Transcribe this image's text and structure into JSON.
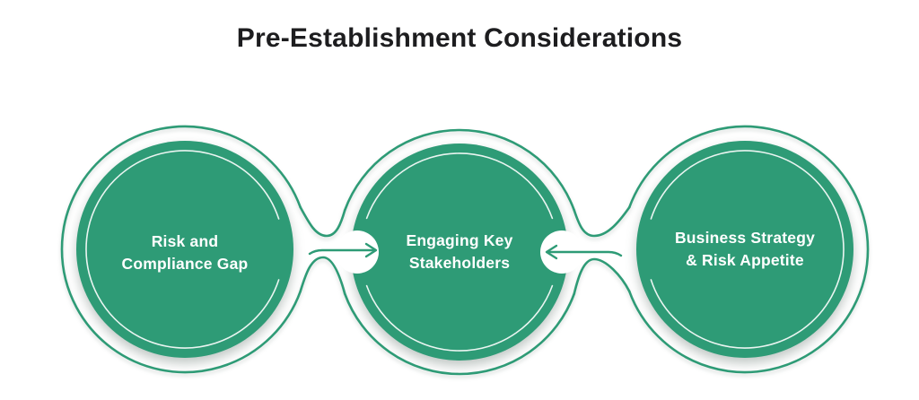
{
  "title": "Pre-Establishment Considerations",
  "colors": {
    "green": "#2E9B76",
    "title_color": "#1D1D1F",
    "text_on_green": "#FFFFFF",
    "background": "#FFFFFF"
  },
  "nodes": [
    {
      "id": "risk-compliance-gap",
      "line1": "Risk and",
      "line2": "Compliance Gap"
    },
    {
      "id": "engaging-key-stakeholders",
      "line1": "Engaging Key",
      "line2": "Stakeholders"
    },
    {
      "id": "business-strategy-risk-appetite",
      "line1": "Business Strategy",
      "line2": "& Risk Appetite"
    }
  ],
  "connectors": [
    {
      "from": "risk-compliance-gap",
      "to": "engaging-key-stakeholders",
      "direction": "right"
    },
    {
      "from": "business-strategy-risk-appetite",
      "to": "engaging-key-stakeholders",
      "direction": "left"
    }
  ]
}
